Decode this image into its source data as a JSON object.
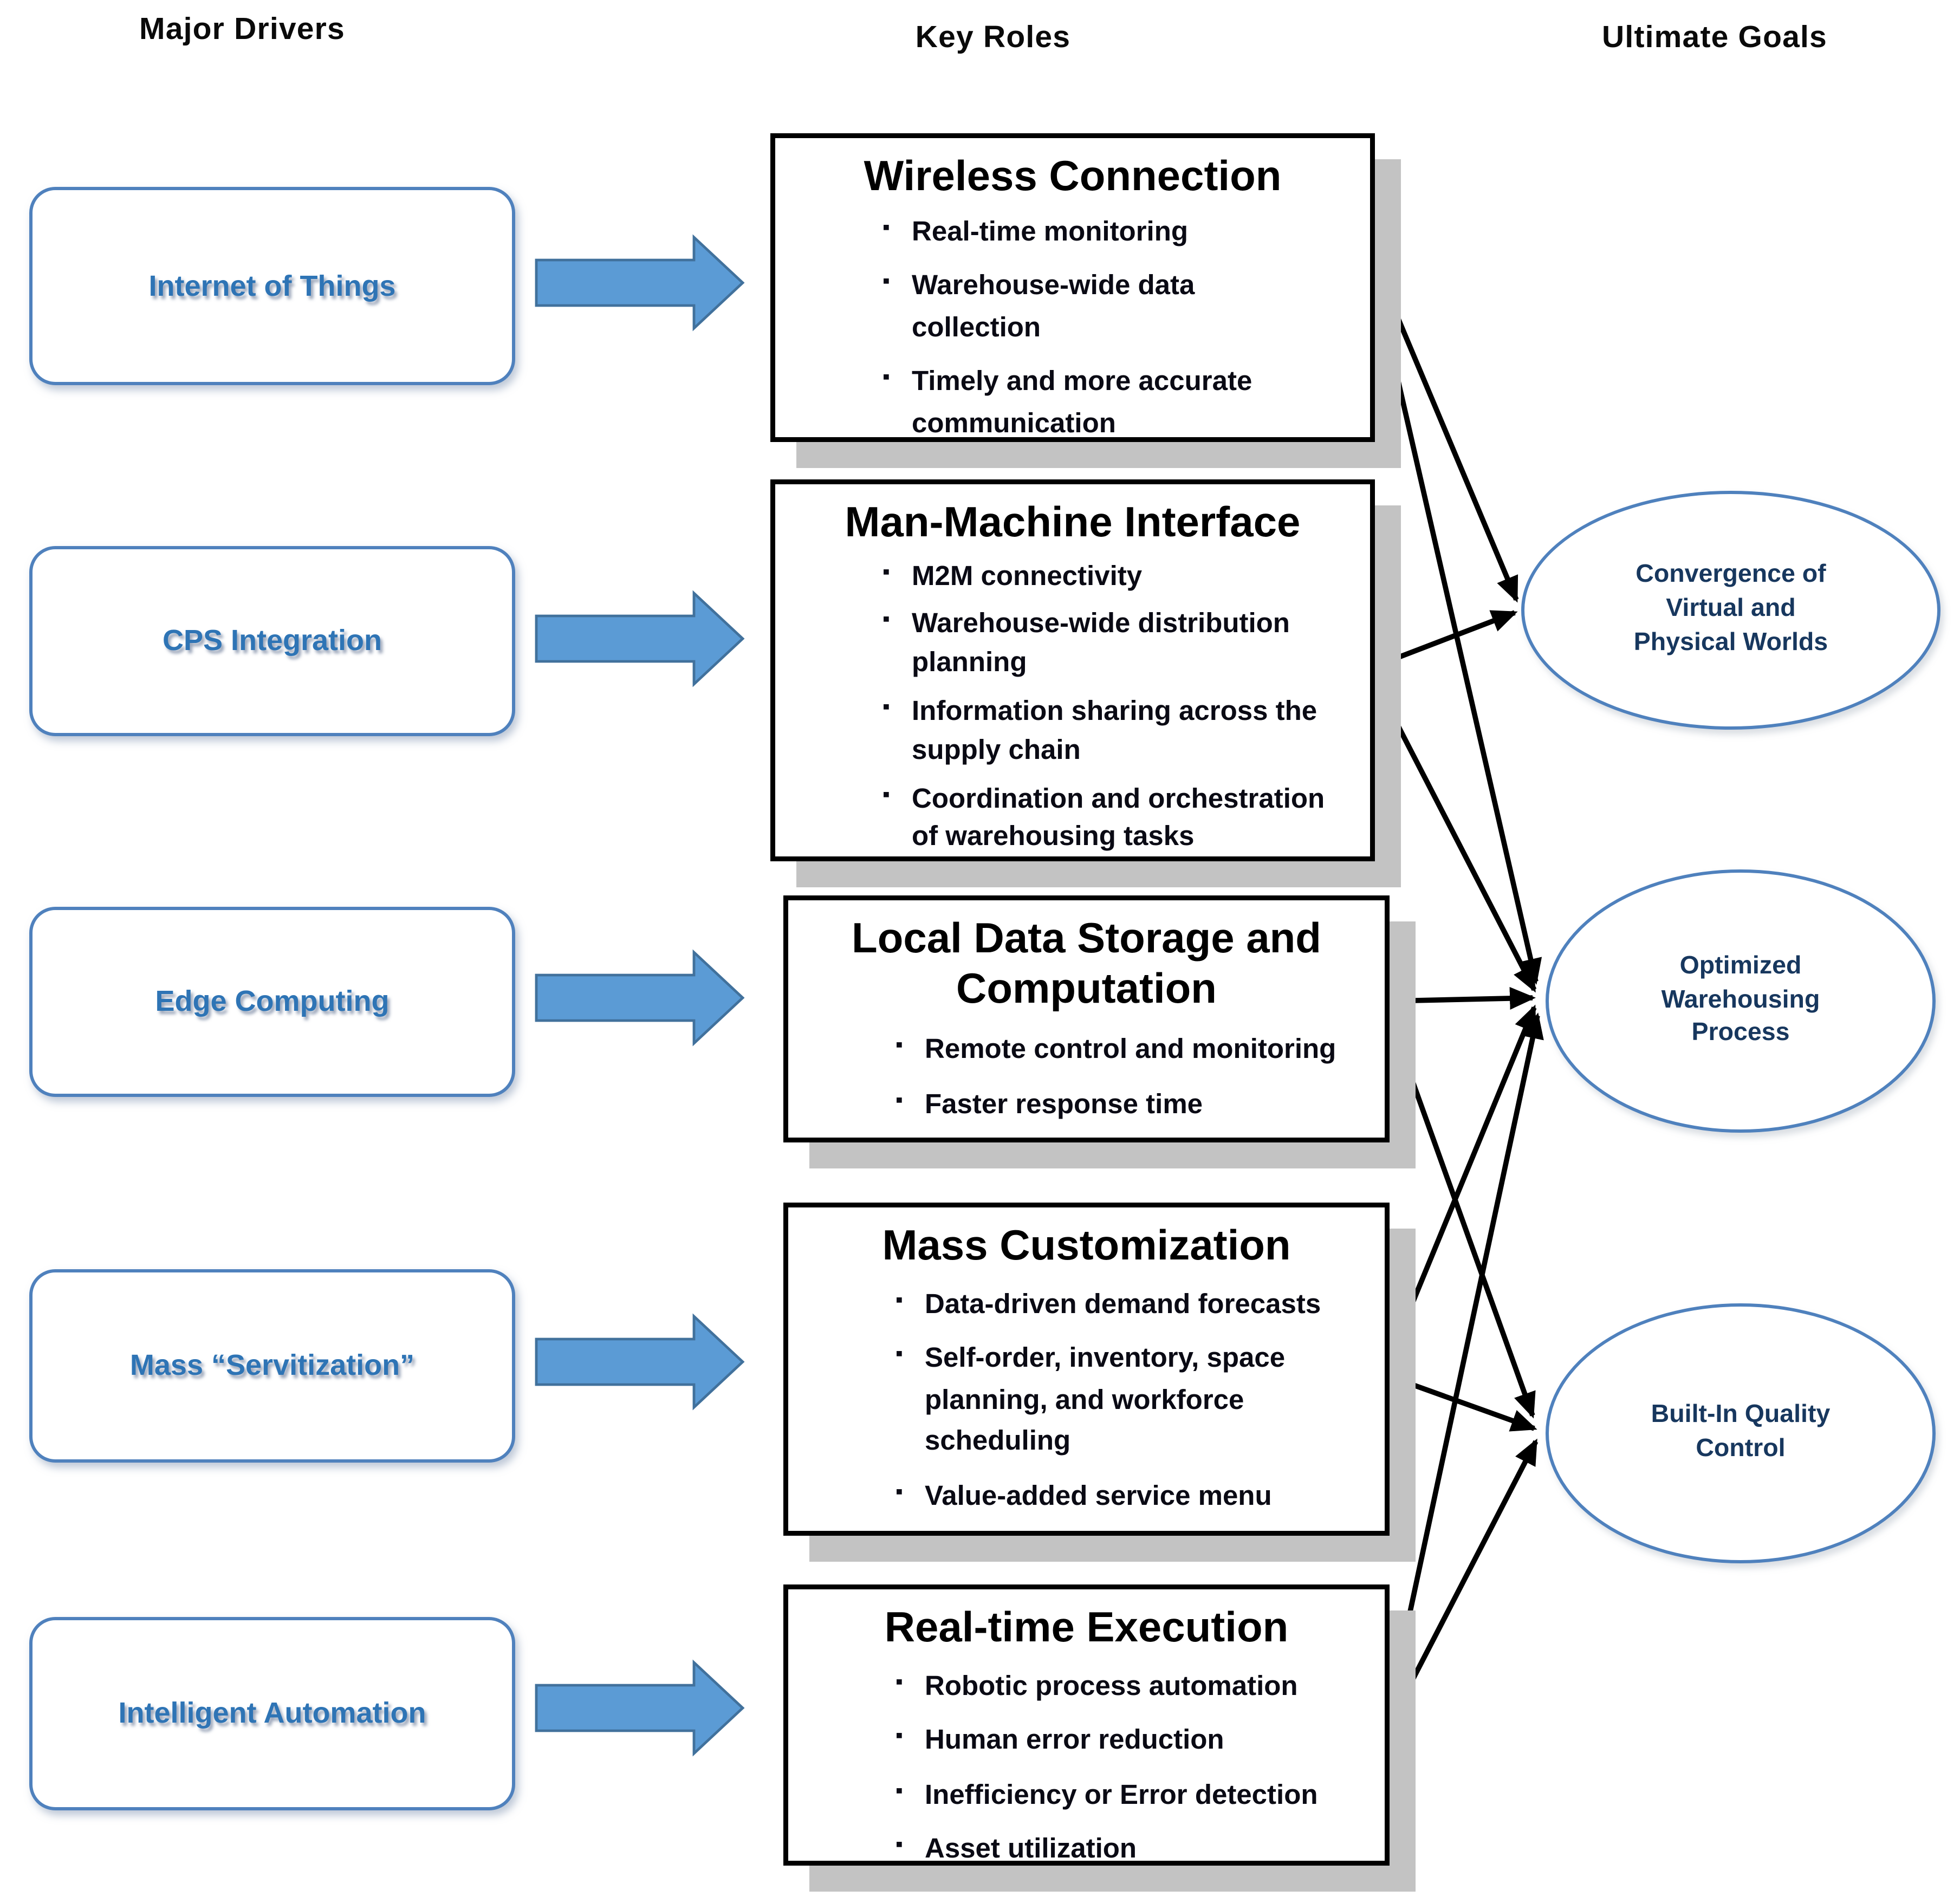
{
  "headers": {
    "major_drivers": "Major Drivers",
    "key_roles": "Key Roles",
    "ultimate_goals": "Ultimate Goals"
  },
  "drivers": [
    {
      "label": "Internet of Things"
    },
    {
      "label": "CPS Integration"
    },
    {
      "label": "Edge Computing"
    },
    {
      "label": "Mass “Servitization”"
    },
    {
      "label": "Intelligent Automation"
    }
  ],
  "roles": [
    {
      "title": "Wireless Connection",
      "bullets": [
        "Real-time monitoring",
        "Warehouse-wide data\ncollection",
        "Timely and more accurate\ncommunication"
      ]
    },
    {
      "title": "Man-Machine Interface",
      "bullets": [
        "M2M connectivity",
        "Warehouse-wide distribution\nplanning",
        "Information sharing across the\nsupply chain",
        "Coordination and orchestration\nof warehousing tasks"
      ]
    },
    {
      "title": "Local Data Storage and\nComputation",
      "bullets": [
        "Remote control and monitoring",
        "Faster response time"
      ]
    },
    {
      "title": "Mass Customization",
      "bullets": [
        "Data-driven demand forecasts",
        "Self-order, inventory, space\nplanning, and workforce\nscheduling",
        "Value-added service menu"
      ]
    },
    {
      "title": "Real-time Execution",
      "bullets": [
        "Robotic process automation",
        "Human error reduction",
        "Inefficiency or Error detection",
        "Asset utilization"
      ]
    }
  ],
  "goals": [
    {
      "label": "Convergence of\nVirtual and\nPhysical Worlds"
    },
    {
      "label": "Optimized\nWarehousing\nProcess"
    },
    {
      "label": "Built-In Quality\nControl"
    }
  ],
  "connections": [
    {
      "from": "Wireless Connection",
      "to": "Convergence of Virtual and Physical Worlds"
    },
    {
      "from": "Wireless Connection",
      "to": "Optimized Warehousing Process"
    },
    {
      "from": "Man-Machine Interface",
      "to": "Convergence of Virtual and Physical Worlds"
    },
    {
      "from": "Man-Machine Interface",
      "to": "Optimized Warehousing Process"
    },
    {
      "from": "Local Data Storage and Computation",
      "to": "Optimized Warehousing Process"
    },
    {
      "from": "Local Data Storage and Computation",
      "to": "Built-In Quality Control"
    },
    {
      "from": "Mass Customization",
      "to": "Optimized Warehousing Process"
    },
    {
      "from": "Mass Customization",
      "to": "Built-In Quality Control"
    },
    {
      "from": "Real-time Execution",
      "to": "Optimized Warehousing Process"
    },
    {
      "from": "Real-time Execution",
      "to": "Built-In Quality Control"
    }
  ],
  "colors": {
    "driver_border": "#4f81bd",
    "driver_text": "#2e74b5",
    "block_arrow_fill": "#5b9bd5",
    "block_arrow_stroke": "#41719c",
    "role_border": "#000000",
    "role_shadow": "#c3c3c3",
    "goal_border": "#4f81bd",
    "goal_text": "#17375e",
    "connector": "#000000",
    "background": "#ffffff"
  }
}
